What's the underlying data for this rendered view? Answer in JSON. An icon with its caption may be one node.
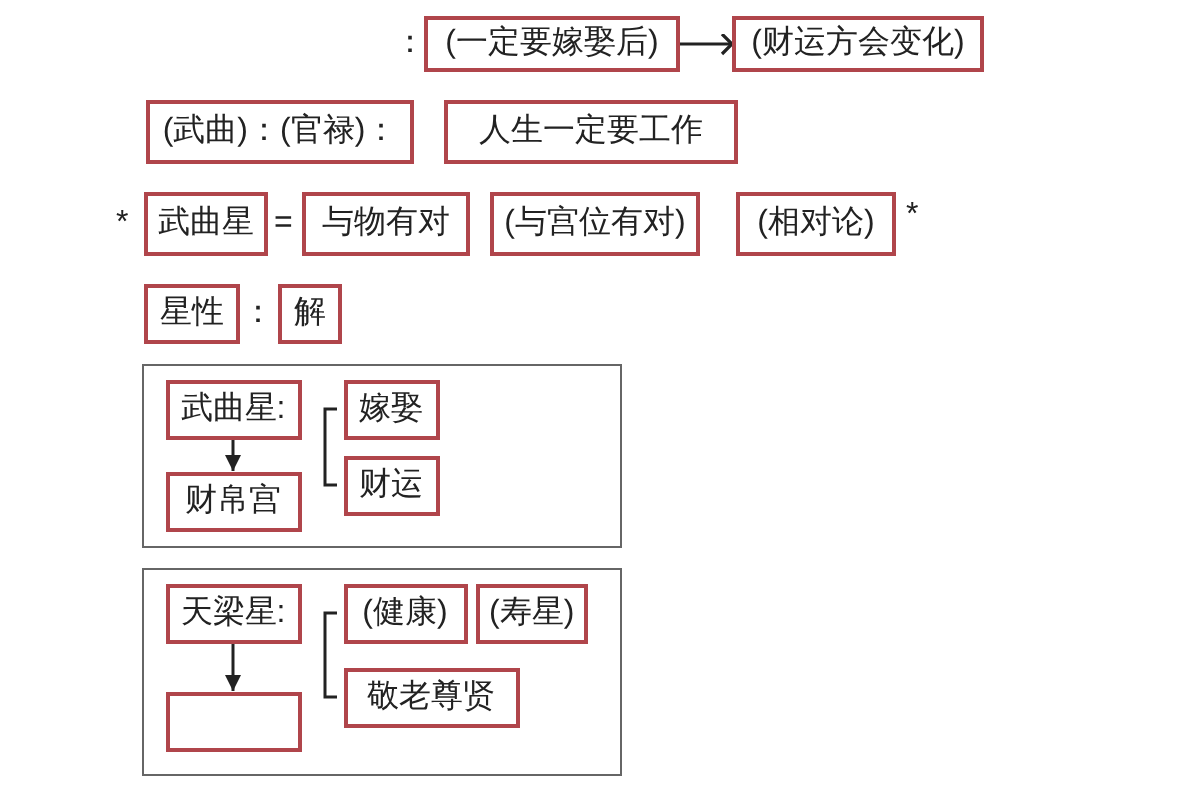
{
  "diagram": {
    "nodes": [
      {
        "text": [
          "(一定要嫁娶后)"
        ]
      },
      {
        "text": [
          "(财运方会变化)"
        ]
      },
      {
        "text": [
          "(武曲)：(官禄)："
        ]
      },
      {
        "text": [
          "人生一定要工作"
        ]
      },
      {
        "text": [
          "武曲星"
        ]
      },
      {
        "text": [
          "与物有对"
        ]
      },
      {
        "text": [
          "(与宫位有对)"
        ]
      },
      {
        "text": [
          "(相对论)"
        ]
      },
      {
        "text": [
          "星性"
        ]
      },
      {
        "text": [
          "解"
        ]
      },
      {
        "text": [],
        "shape": "box"
      },
      {
        "text": [
          "武曲星:"
        ],
        "in": 10
      },
      {
        "text": [
          "嫁娶"
        ],
        "in": 10
      },
      {
        "text": [
          "财运"
        ],
        "in": 10
      },
      {
        "text": [
          "财帛宫"
        ],
        "in": 10
      },
      {
        "text": [],
        "shape": "box"
      },
      {
        "text": [
          "天梁星:"
        ],
        "in": 15
      },
      {
        "text": [
          "(健康)"
        ],
        "in": 15
      },
      {
        "text": [
          "(寿星)"
        ],
        "in": 15
      },
      {
        "text": [
          "敬老尊贤"
        ],
        "in": 15
      },
      {
        "text": [],
        "shape": "box",
        "in": 15
      }
    ],
    "edges": [
      {
        "from": 0,
        "to": 1,
        "arrow": "to"
      },
      {
        "from": 11,
        "to": 14,
        "arrow": "to"
      },
      {
        "from": 16,
        "to": 20,
        "arrow": "to"
      }
    ],
    "labels": [
      "：",
      "*",
      "=",
      "*",
      "："
    ]
  }
}
